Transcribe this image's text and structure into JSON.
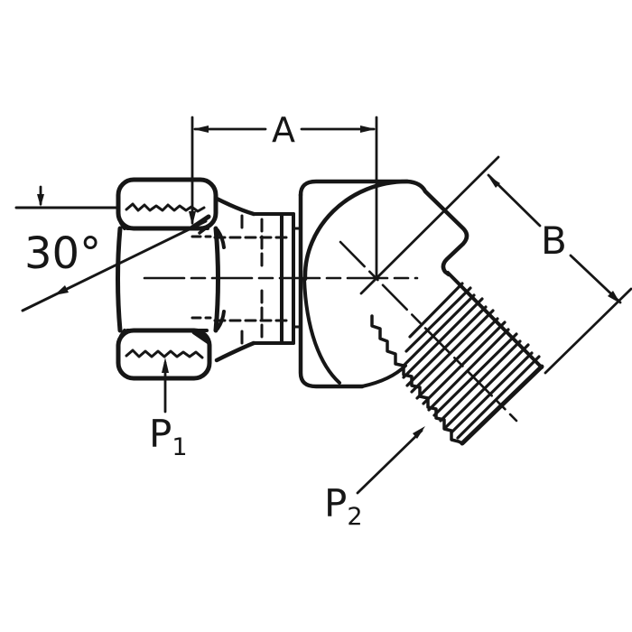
{
  "page": {
    "background": "#ffffff",
    "ink": "#161616"
  },
  "drawing": {
    "type": "technical-diagram",
    "subject": "45-degree elbow fitting with female swivel hex nut and male threaded stud",
    "dimension_labels": {
      "a": "A",
      "b": "B"
    },
    "angle_label": "30°",
    "port_labels": {
      "p1_main": "P",
      "p1_sub": "1",
      "p2_main": "P",
      "p2_sub": "2"
    }
  }
}
